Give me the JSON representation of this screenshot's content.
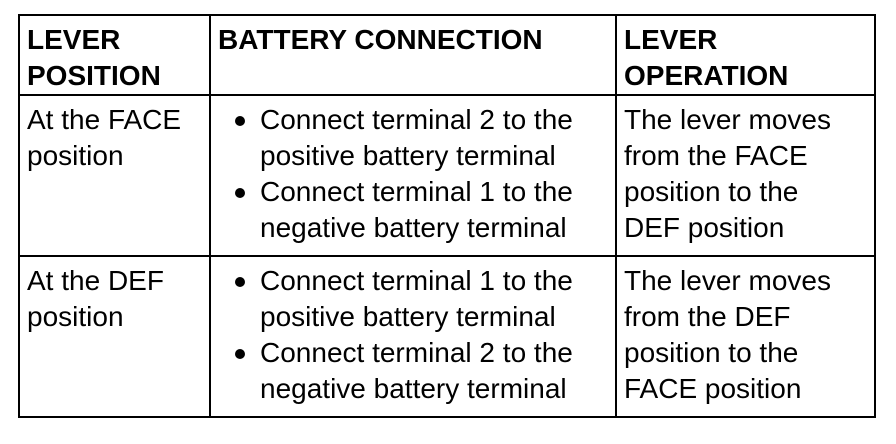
{
  "table": {
    "headers": [
      [
        "LEVER",
        "POSITION"
      ],
      [
        "BATTERY CONNECTION"
      ],
      [
        "LEVER",
        "OPERATION"
      ]
    ],
    "rows": [
      {
        "position": [
          "At the FACE",
          "position"
        ],
        "connection": [
          [
            "Connect terminal 2 to the",
            "positive battery terminal"
          ],
          [
            "Connect terminal 1 to the",
            "negative battery terminal"
          ]
        ],
        "operation": [
          "The lever moves",
          "from the FACE",
          "position to the",
          "DEF position"
        ]
      },
      {
        "position": [
          "At the DEF",
          "position"
        ],
        "connection": [
          [
            "Connect terminal 1 to the",
            "positive battery terminal"
          ],
          [
            "Connect terminal 2 to the",
            "negative battery terminal"
          ]
        ],
        "operation": [
          "The lever moves",
          "from the DEF",
          "position to the",
          "FACE position"
        ]
      }
    ]
  }
}
